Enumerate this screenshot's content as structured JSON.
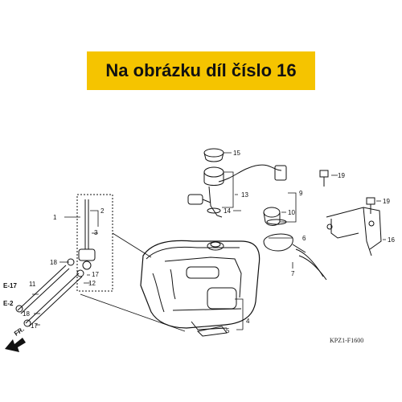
{
  "banner": {
    "text": "Na obrázku díl číslo 16"
  },
  "callouts": {
    "c1": "1",
    "c2": "2",
    "c3": "3",
    "c4": "4",
    "c5": "5",
    "c6": "6",
    "c7": "7",
    "c9": "9",
    "c10": "10",
    "c11": "11",
    "c12": "12",
    "c13": "13",
    "c14": "14",
    "c15": "15",
    "c16": "16",
    "c17a": "17",
    "c17b": "17",
    "c18a": "18",
    "c18b": "18",
    "c19a": "19",
    "c19b": "19"
  },
  "refs": {
    "e17": "E-17",
    "e2": "E-2",
    "fr": "FR."
  },
  "diagram_code": "KPZ1-F1600",
  "colors": {
    "banner": "#f5c400",
    "line": "#111111"
  }
}
